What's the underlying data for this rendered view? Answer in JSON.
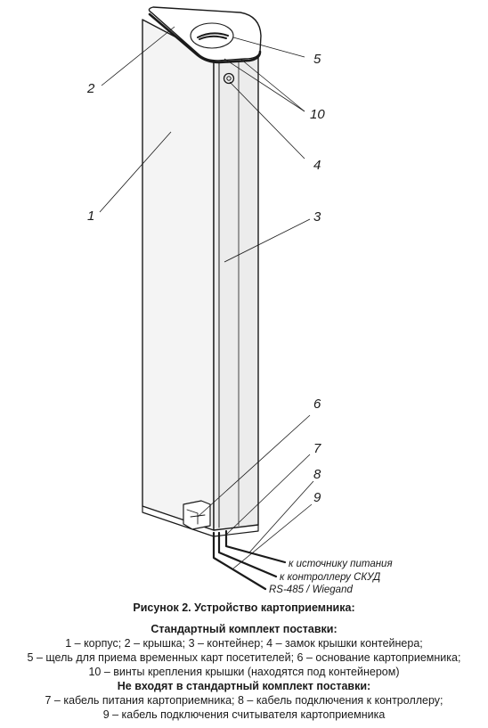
{
  "labels": {
    "n1": "1",
    "n2": "2",
    "n3": "3",
    "n4": "4",
    "n5": "5",
    "n6": "6",
    "n7": "7",
    "n8": "8",
    "n9": "9",
    "n10": "10"
  },
  "cable_notes": {
    "power": "к источнику питания",
    "controller": "к контроллеру СКУД",
    "reader": "RS-485 / Wiegand"
  },
  "caption": {
    "title": "Рисунок 2. Устройство картоприемника:",
    "std_heading": "Стандартный комплект поставки:",
    "std_line1": "1 – корпус; 2 – крышка; 3 – контейнер; 4 – замок крышки контейнера;",
    "std_line2": "5 – щель для приема временных карт посетителей; 6 – основание картоприемника;",
    "std_line3": "10 – винты крепления крышки (находятся под контейнером)",
    "nonstd_heading": "Не входят в стандартный комплект поставки:",
    "nonstd_line1": "7 – кабель питания картоприемника; 8 – кабель подключения к контроллеру;",
    "nonstd_line2": "9 – кабель подключения считывателя картоприемника"
  },
  "colors": {
    "line": "#1a1a1a",
    "body_fill": "#f4f4f4",
    "side_fill": "#ececec"
  }
}
